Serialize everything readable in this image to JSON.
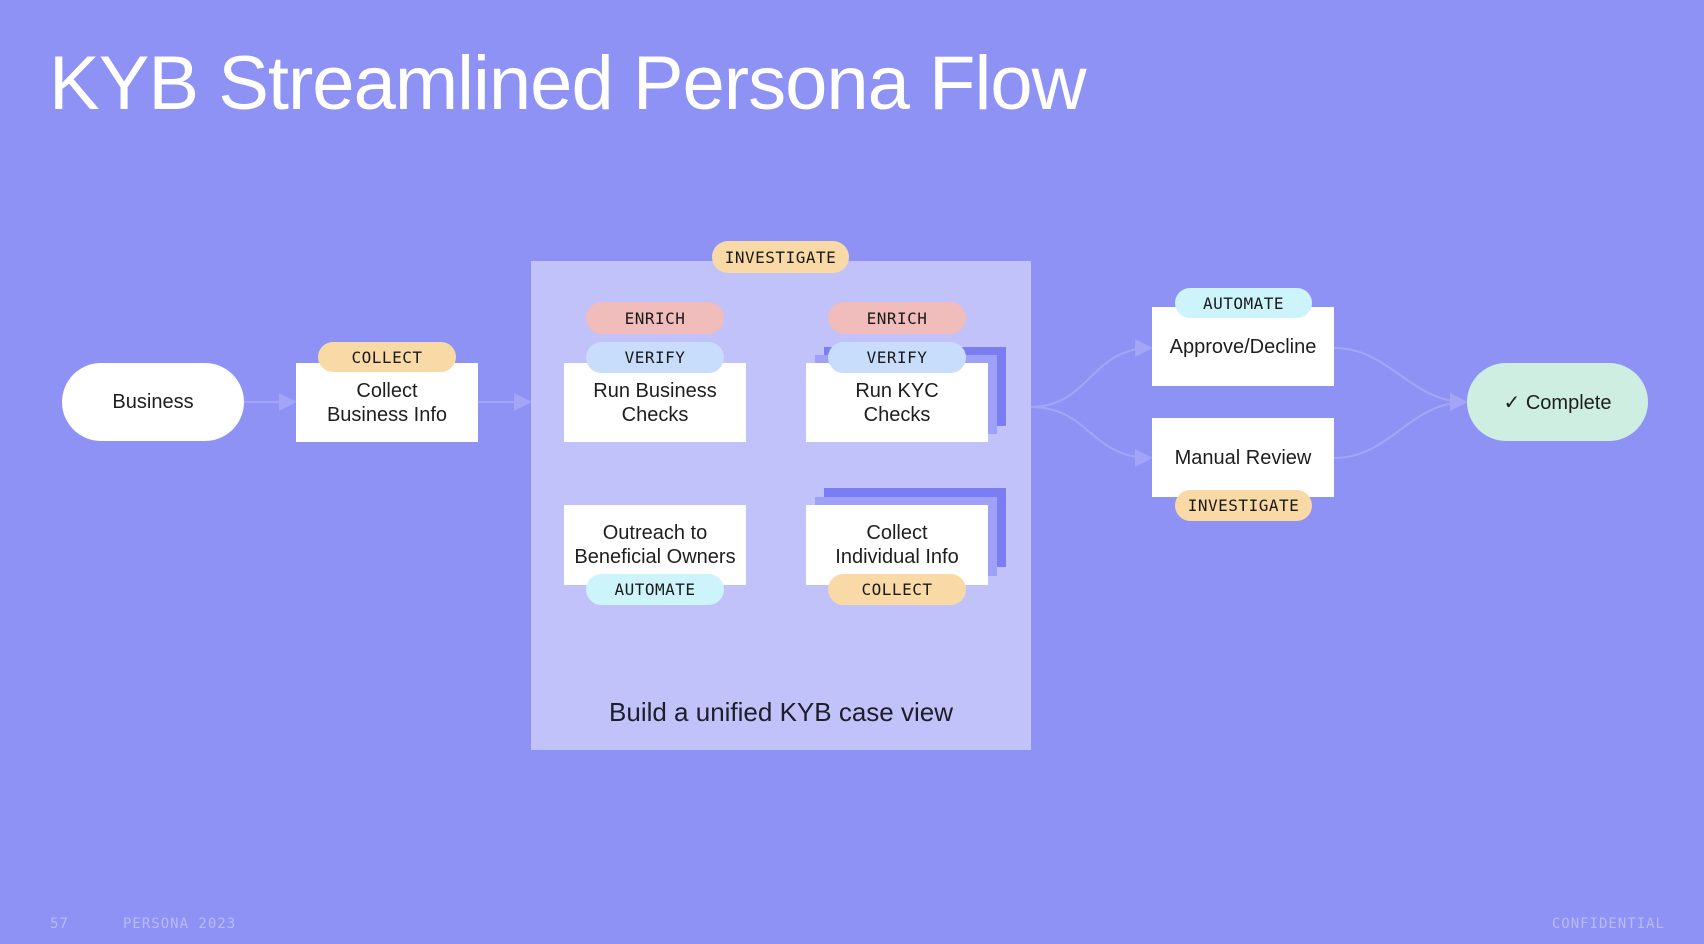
{
  "title": "KYB Streamlined Persona Flow",
  "colors": {
    "background": "#8e92f5",
    "panel": "#c0c2f9",
    "box": "#ffffff",
    "complete": "#cdeee0",
    "tag_investigate": "#f9d9a6",
    "tag_collect": "#f9d9a6",
    "tag_enrich": "#f0bcbc",
    "tag_verify": "#c8dcfb",
    "tag_automate": "#cdf3fb",
    "connector": "#a3a6f6"
  },
  "nodes": {
    "business": "Business",
    "collect_business": "Collect\nBusiness Info",
    "run_business": "Run Business\nChecks",
    "run_kyc": "Run KYC\nChecks",
    "outreach": "Outreach to\nBeneficial Owners",
    "collect_individual": "Collect\nIndividual Info",
    "approve": "Approve/Decline",
    "manual": "Manual Review",
    "complete": "✓ Complete"
  },
  "tags": {
    "collect_business": "COLLECT",
    "investigate_panel": "INVESTIGATE",
    "enrich_business": "ENRICH",
    "verify_business": "VERIFY",
    "enrich_kyc": "ENRICH",
    "verify_kyc": "VERIFY",
    "automate_outreach": "AUTOMATE",
    "collect_individual": "COLLECT",
    "automate_approve": "AUTOMATE",
    "investigate_manual": "INVESTIGATE"
  },
  "panel_caption": "Build a unified KYB case view",
  "footer": {
    "page_number": "57",
    "brand": "PERSONA 2023",
    "confidentiality": "CONFIDENTIAL"
  }
}
